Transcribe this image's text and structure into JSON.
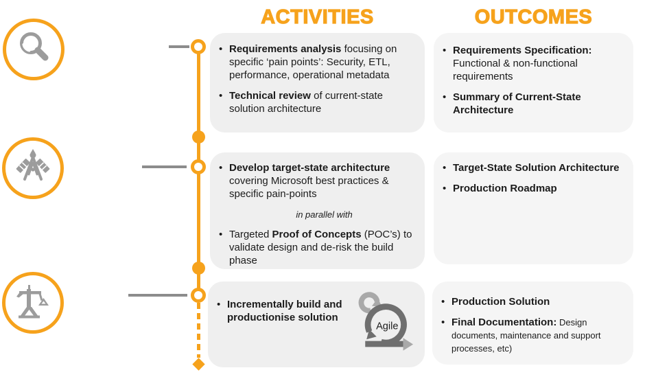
{
  "colors": {
    "accent_orange": "#F6A21C",
    "icon_gray": "#9C9C9C",
    "connector_gray": "#8C8C8C",
    "agile_dark_gray": "#6F6F6F",
    "agile_light_gray": "#A9A9A9",
    "activities_box_bg": "#EFEFEF",
    "outcomes_box_bg": "#F5F5F5",
    "text": "#1B1B1B"
  },
  "headers": {
    "activities": "ACTIVITIES",
    "outcomes": "OUTCOMES"
  },
  "stage1": {
    "activities": {
      "b1_bold": "Requirements analysis",
      "b1_rest": " focusing on specific ‘pain points’: Security, ETL, performance, operational metadata",
      "b2_bold": "Technical review",
      "b2_rest": " of current-state solution architecture"
    },
    "outcomes": {
      "b1_bold": "Requirements Specification:",
      "b1_rest": " Functional & non-functional requirements",
      "b2_bold": "Summary of Current-State Architecture"
    }
  },
  "stage2": {
    "activities": {
      "b1_bold": "Develop target-state architecture",
      "b1_rest": " covering Microsoft best practices & specific pain-points",
      "note": "in parallel with",
      "b2_pre": "Targeted ",
      "b2_bold": "Proof of Concepts",
      "b2_rest": " (POC’s) to validate design and de-risk the build phase"
    },
    "outcomes": {
      "b1_bold": "Target-State Solution Architecture",
      "b2_bold": "Production Roadmap"
    }
  },
  "stage3": {
    "activities": {
      "b1_bold": "Incrementally build and productionise solution",
      "agile_label": "Agile"
    },
    "outcomes": {
      "b1_bold": "Production Solution",
      "b2_bold": "Final Documentation:",
      "b2_rest": " Design documents, maintenance and support processes, etc)"
    }
  }
}
